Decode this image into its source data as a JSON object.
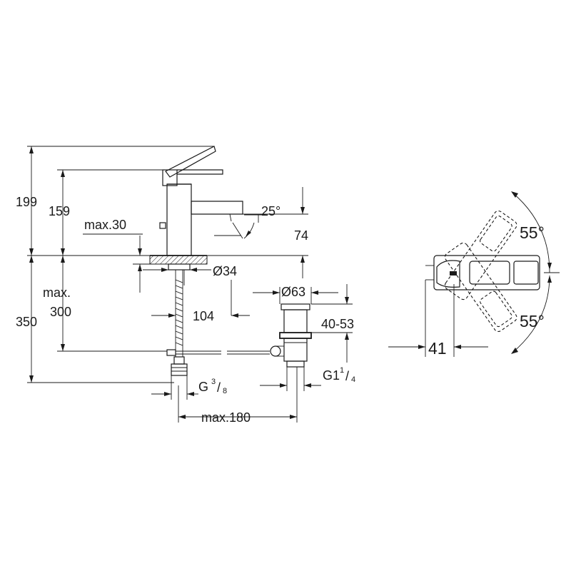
{
  "dimensions": {
    "height_total": "199",
    "height_spout": "159",
    "max_30": "max.30",
    "angle_spout": "25°",
    "spout_drop": "74",
    "dia_34": "Ø34",
    "max_label": "max.",
    "max_300": "300",
    "total_350": "350",
    "projection_104": "104",
    "dia_63": "Ø63",
    "range_40_53": "40-53",
    "thread_g": "G",
    "thread_g_num": "3",
    "thread_g_den": "8",
    "thread_g1": "G1",
    "thread_g1_num": "1",
    "thread_g1_den": "4",
    "max_180": "max.180",
    "angle_top": "55°",
    "angle_bottom": "55°",
    "width_41": "41"
  }
}
